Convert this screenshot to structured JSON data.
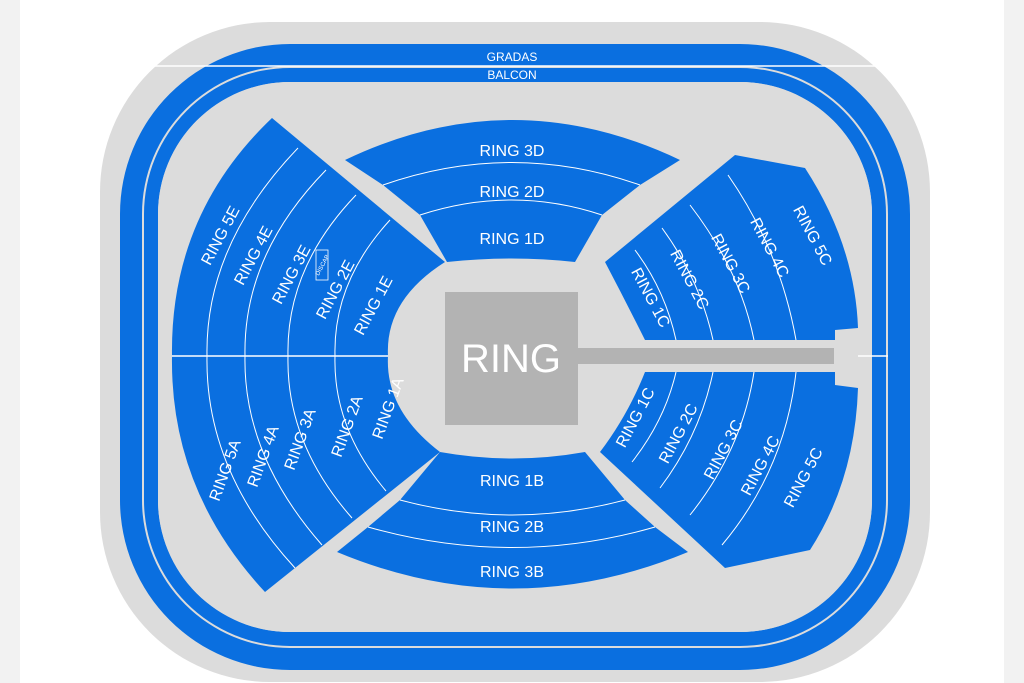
{
  "colors": {
    "seat": "#0a6fe0",
    "concourse": "#dcdcdc",
    "ring": "#b3b3b3",
    "outline": "#ffffff"
  },
  "tiers": {
    "gradas": "GRADAS",
    "balcon": "BALCON"
  },
  "stage": {
    "label": "RING"
  },
  "sections": {
    "d": [
      "RING 3D",
      "RING 2D",
      "RING 1D"
    ],
    "b": [
      "RING 1B",
      "RING 2B",
      "RING 3B"
    ],
    "e": [
      "RING 5E",
      "RING 4E",
      "RING 3E",
      "RING 2E",
      "RING 1E"
    ],
    "a": [
      "RING 5A",
      "RING 4A",
      "RING 3A",
      "RING 2A",
      "RING 1A"
    ],
    "c_upper": [
      "RING 1C",
      "RING 2C",
      "RING 3C",
      "RING 4C",
      "RING 5C"
    ],
    "c_lower": [
      "RING 1C",
      "RING 2C",
      "RING 3C",
      "RING 4C",
      "RING 5C"
    ],
    "accessible": "DISCAP"
  }
}
